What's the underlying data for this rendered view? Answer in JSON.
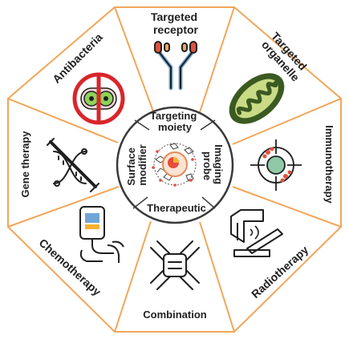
{
  "colors": {
    "octagon_border": "#f2a65a",
    "inner_circle_border": "#3a3a3a",
    "icon_stroke": "#1f1f1f",
    "bacteria_red": "#d8262b",
    "bacteria_green": "#8fd15a",
    "mito_green": "#4b6b2f",
    "mito_inner": "#c9db84",
    "pill_red": "#e0523f",
    "pill_orange": "#f2a65a",
    "receptor_blue": "#6fa6d6",
    "probe_green": "#58a66f"
  },
  "outer_sectors": {
    "targeted_receptor": {
      "line1": "Targeted",
      "line2": "receptor",
      "icon": "antibody-receptor-icon"
    },
    "targeted_organelle": {
      "line1": "Targeted",
      "line2": "organelle",
      "icon": "mitochondria-icon"
    },
    "immunotherapy": {
      "label": "Immunotherapy",
      "icon": "target-crosshair-cells-icon"
    },
    "radiotherapy": {
      "label": "Radiotherapy",
      "icon": "radiotherapy-machine-icon"
    },
    "combination": {
      "label": "Combination",
      "icon": "joined-hands-icon"
    },
    "chemotherapy": {
      "label": "Chemotherapy",
      "icon": "iv-drip-hand-icon"
    },
    "gene_therapy": {
      "label": "Gene therapy",
      "icon": "dna-syringe-icon"
    },
    "antibacteria": {
      "label": "Antibacteria",
      "icon": "no-bacteria-icon"
    }
  },
  "inner_sectors": {
    "targeting_moiety": {
      "line1": "Targeting",
      "line2": "moiety"
    },
    "imaging_probe": {
      "line1": "Imaging",
      "line2": "probe"
    },
    "therapeutic": {
      "label": "Therapeutic"
    },
    "surface_modifier": {
      "line1": "Surface",
      "line2": "modifier"
    }
  },
  "center": {
    "icon": "nanoparticle-icon"
  }
}
